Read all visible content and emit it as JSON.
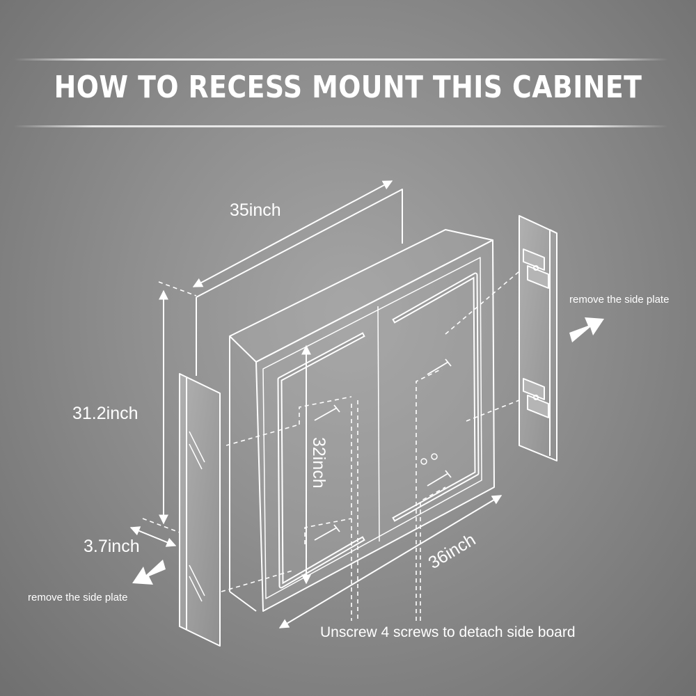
{
  "title": "HOW TO RECESS MOUNT THIS CABINET",
  "dimensions": {
    "depth": "35inch",
    "height": "31.2inch",
    "side_depth": "3.7inch",
    "inner_height": "32inch",
    "width": "36inch"
  },
  "notes": {
    "remove_right": "remove the side plate",
    "remove_left": "remove the side plate",
    "unscrew": "Unscrew 4 screws to detach side board"
  },
  "colors": {
    "line": "#ffffff",
    "background": "#8e8e8e"
  }
}
